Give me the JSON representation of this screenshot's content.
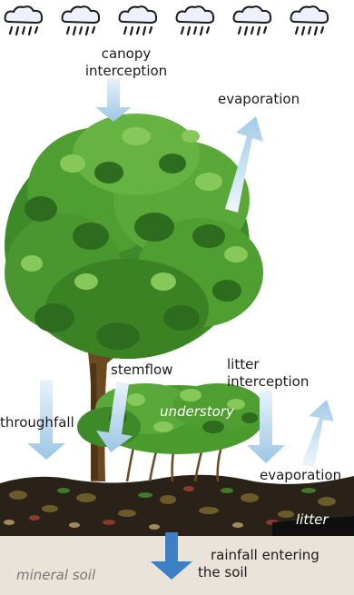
{
  "labels": {
    "canopy_interception": [
      "canopy",
      "interception"
    ],
    "evaporation_top": "evaporation",
    "stemflow": "stemflow",
    "litter_interception": [
      "litter",
      "interception"
    ],
    "throughfall": "throughfall",
    "understory": "understory",
    "evaporation_bottom": "evaporation",
    "litter": "litter",
    "rainfall_entering": [
      "rainfall entering",
      "the soil"
    ],
    "mineral_soil": "mineral soil"
  },
  "icons": {
    "cloud_count": 6,
    "cloud_icon": "rain-cloud-icon"
  },
  "colors": {
    "arrow": "#a9cde6",
    "arrow_soil": "#3d7fc4",
    "foliage_dark": "#2d6b1f",
    "foliage": "#4a9a2e",
    "foliage_light": "#86c95a",
    "trunk": "#6b4a22",
    "litter_layer": "#2b2218",
    "soil": "#e8e2d8"
  }
}
